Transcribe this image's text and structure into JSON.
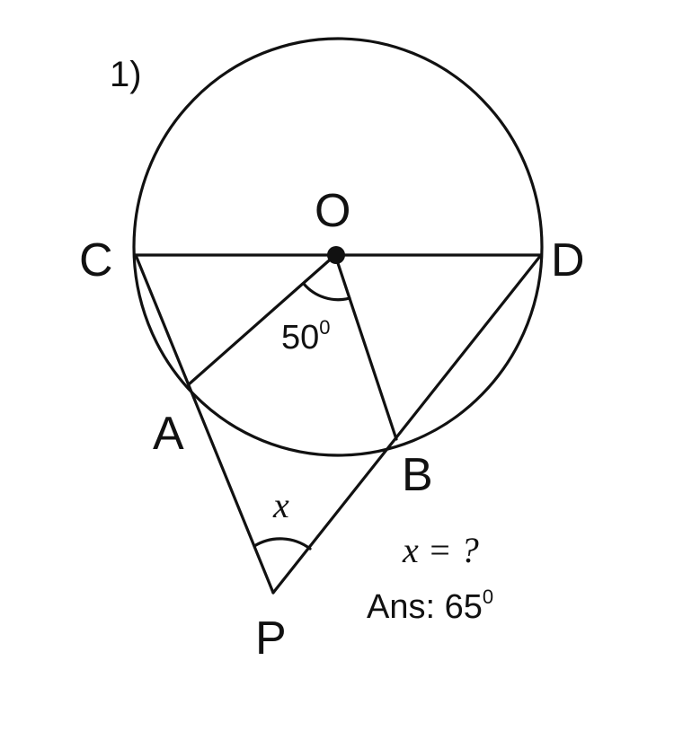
{
  "problem_number": "1)",
  "points": {
    "center": "O",
    "left_end": "C",
    "right_end": "D",
    "chord_left": "A",
    "chord_right": "B",
    "external": "P"
  },
  "given_angle": {
    "value": "50",
    "degree_mark": "0"
  },
  "unknown_angle": "x",
  "question": "x = ?",
  "answer": {
    "prefix": "Ans: ",
    "value": "65",
    "degree_mark": "0"
  }
}
